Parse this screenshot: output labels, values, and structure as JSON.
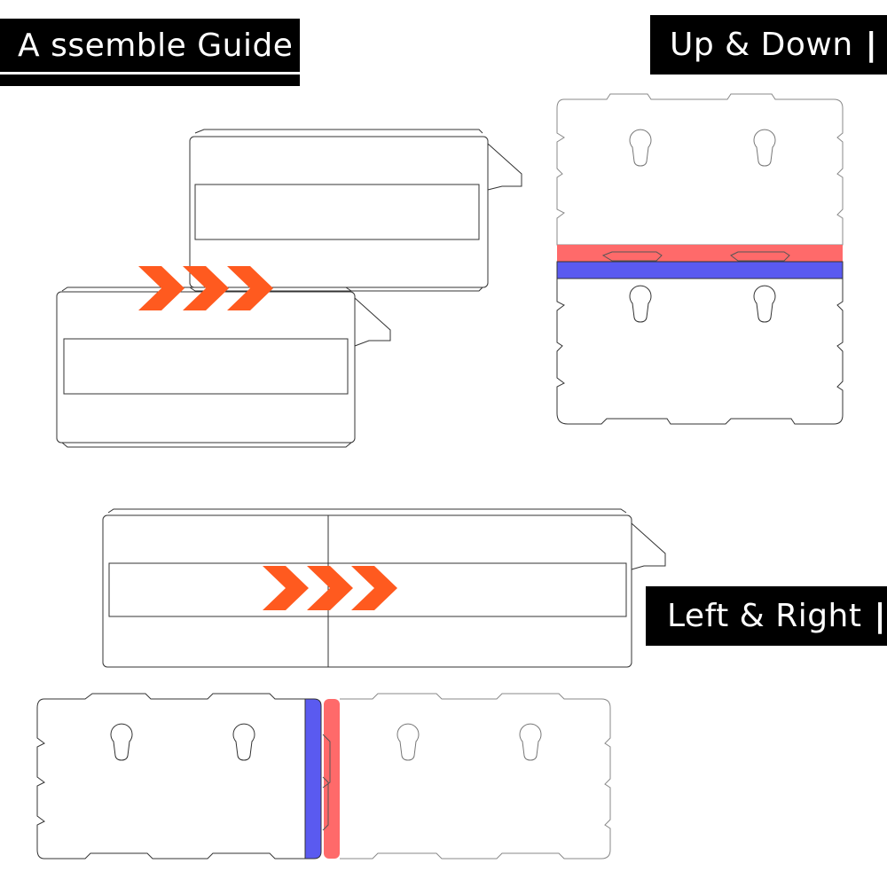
{
  "labels": {
    "title": "A ssemble Guide",
    "up_down": "Up & Down",
    "left_right": "Left & Right",
    "separator": "|"
  },
  "colors": {
    "label_bg": "#000000",
    "label_text": "#ffffff",
    "arrow": "#ff5a1f",
    "highlight_red": "#ff6a6a",
    "highlight_blue": "#5a5af0",
    "outline": "#333333"
  },
  "icons": {
    "direction_arrow": "triple-chevron-right-icon",
    "mount_hole": "keyhole-icon"
  }
}
